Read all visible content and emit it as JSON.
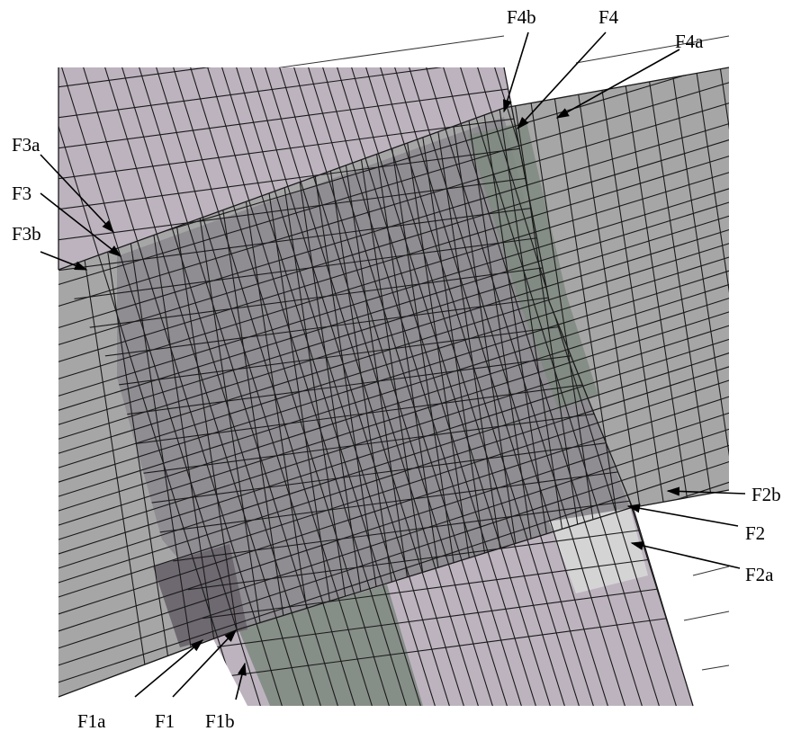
{
  "labels": {
    "F1": "F1",
    "F1a": "F1a",
    "F1b": "F1b",
    "F2": "F2",
    "F2a": "F2a",
    "F2b": "F2b",
    "F3": "F3",
    "F3a": "F3a",
    "F3b": "F3b",
    "F4": "F4",
    "F4a": "F4a",
    "F4b": "F4b"
  },
  "colors": {
    "background": "#ffffff",
    "vertical_plate": "#bdb3bf",
    "horizontal_plate": "#9c9c9c",
    "overlap": "#8a868e",
    "dark_patch": "#6e6870",
    "green_strip": "#7f8a80",
    "light_tip": "#d0d0d0",
    "mesh": "#1a1a1a"
  }
}
